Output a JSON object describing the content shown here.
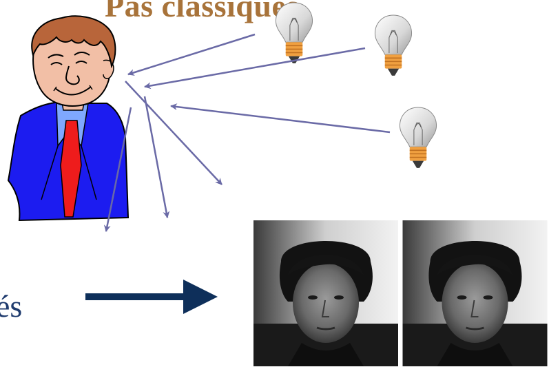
{
  "title": "Pas classiques",
  "side_text": "és",
  "colors": {
    "title": "#a8733a",
    "side_text": "#1f3b6e",
    "light_arrows": "#6a6aa6",
    "big_arrow": "#0e2f5a",
    "suit": "#1c1cf0",
    "tie": "#ee1c1c",
    "shirt": "#7fa8ff",
    "skin": "#f2bfa6",
    "hair": "#b8653a"
  },
  "icons": [
    "person-clipart",
    "lightbulb-icon",
    "face-photo"
  ]
}
